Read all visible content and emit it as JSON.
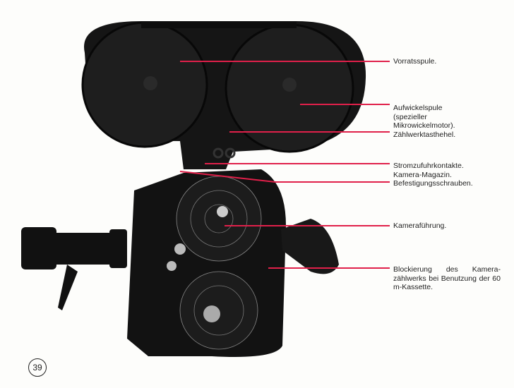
{
  "labels": {
    "vorratsspule": "Vorratsspule.",
    "aufwickelspule_1": "Aufwickelspule",
    "aufwickelspule_2": "(spezieller",
    "aufwickelspule_3": "Mikrowickelmotor).",
    "zaehlwerk": "Zählwerktasthehel.",
    "strom": "Stromzufuhrkontakte.",
    "magazin": "Kamera-Magazin.",
    "befestigung": "Befestigungsschrauben.",
    "fuehrung": "Kameraführung.",
    "blockierung": "Blockierung des Kamera-zählwerks bei Benutzung der 60 m-Kassette."
  },
  "page_number": "39",
  "colors": {
    "leader": "#e0204a",
    "camera": "#141414"
  }
}
